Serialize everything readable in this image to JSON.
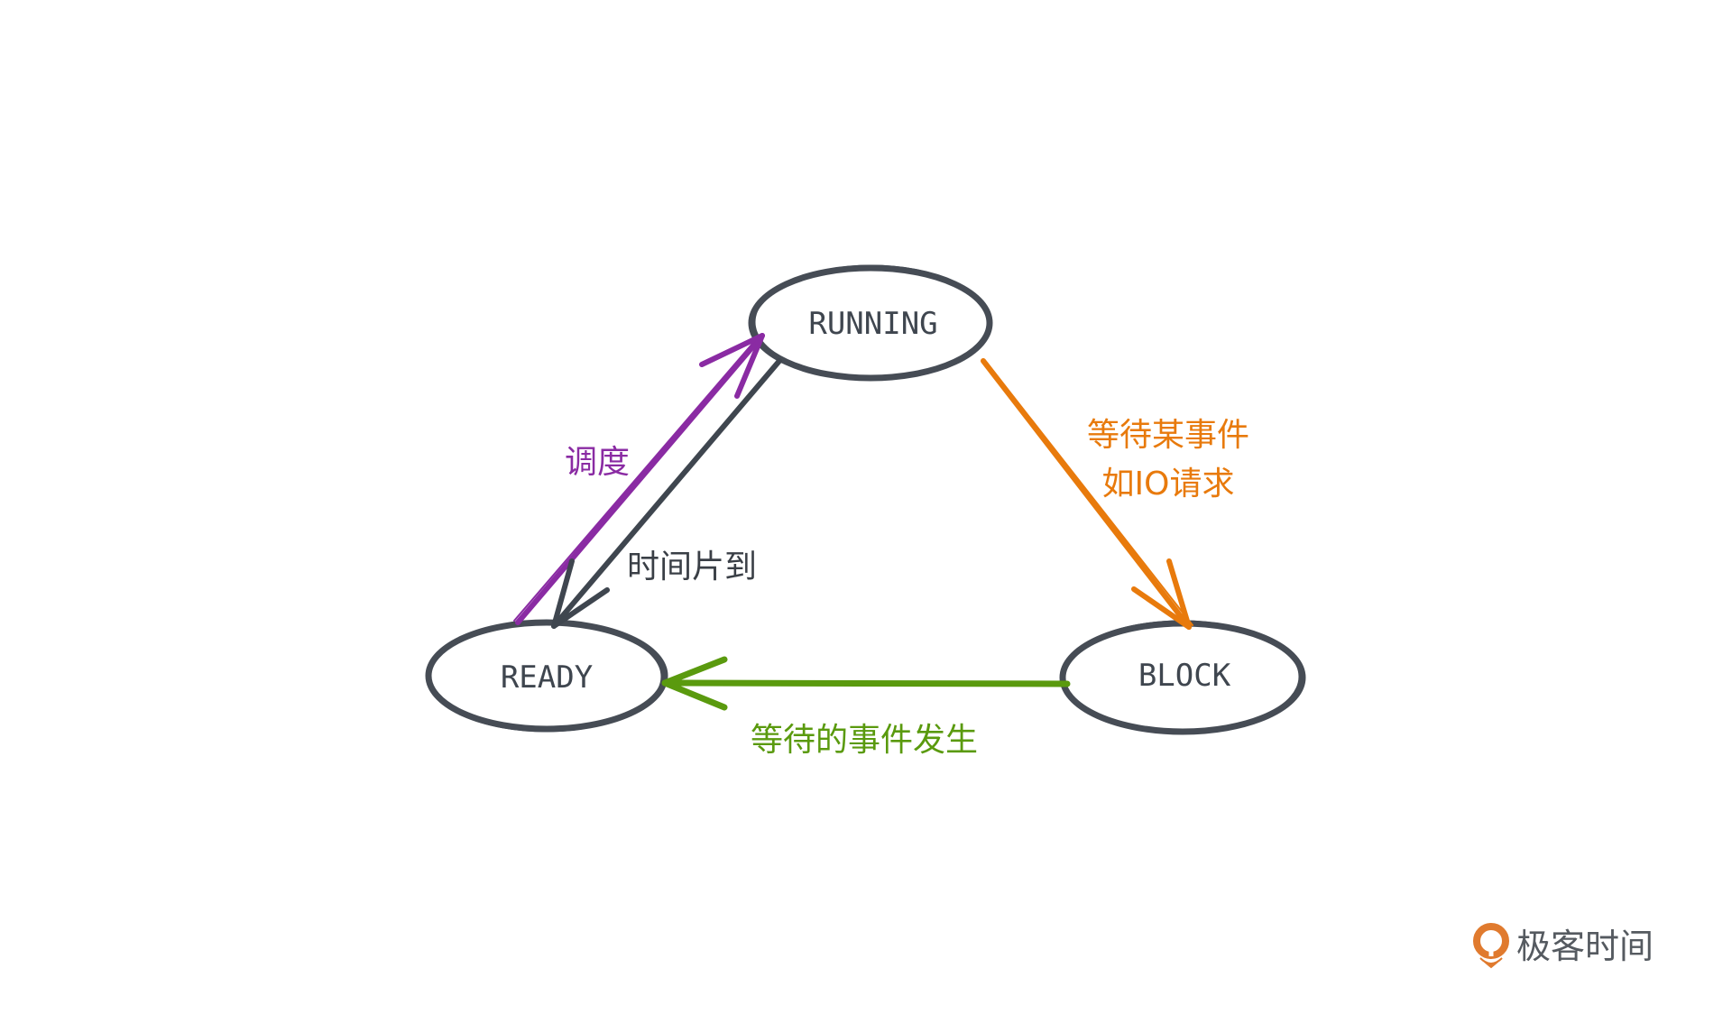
{
  "diagram": {
    "title": "Process state transition diagram",
    "states": [
      {
        "id": "running",
        "label": "RUNNING"
      },
      {
        "id": "ready",
        "label": "READY"
      },
      {
        "id": "block",
        "label": "BLOCK"
      }
    ],
    "transitions": [
      {
        "id": "schedule",
        "from": "ready",
        "to": "running",
        "label": "调度",
        "color": "#8a2ba3"
      },
      {
        "id": "timeslice",
        "from": "running",
        "to": "ready",
        "label": "时间片到",
        "color": "#3f464f",
        "label_color": "#3a3f46"
      },
      {
        "id": "wait-event",
        "from": "running",
        "to": "block",
        "label_lines": [
          "等待某事件",
          "如IO请求"
        ],
        "color": "#e87a0c"
      },
      {
        "id": "event-occurs",
        "from": "block",
        "to": "ready",
        "label": "等待的事件发生",
        "color": "#5a9a0e"
      }
    ],
    "node_stroke_color": "#464c55"
  },
  "brand": {
    "name": "极客时间",
    "icon": "geektime-logo-icon",
    "icon_color": "#e07a2e"
  }
}
